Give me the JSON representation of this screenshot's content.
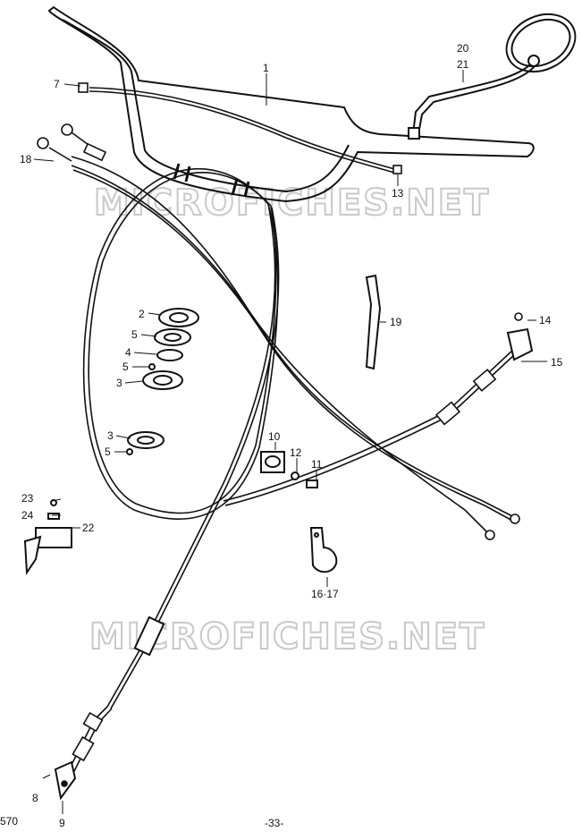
{
  "watermark_text": "MICROFICHES.NET",
  "page_number": "-33-",
  "page_ref": "570",
  "callouts": {
    "c1": "1",
    "c2": "2",
    "c3a": "3",
    "c3b": "3",
    "c4": "4",
    "c5a": "5",
    "c5b": "5",
    "c5c": "5",
    "c7": "7",
    "c8": "8",
    "c9": "9",
    "c10": "10",
    "c11": "11",
    "c12": "12",
    "c13": "13",
    "c14": "14",
    "c15": "15",
    "c1617": "16·17",
    "c18": "18",
    "c19": "19",
    "c2021_top": "20",
    "c2021_bot": "21",
    "c22": "22",
    "c23": "23",
    "c24": "24"
  }
}
